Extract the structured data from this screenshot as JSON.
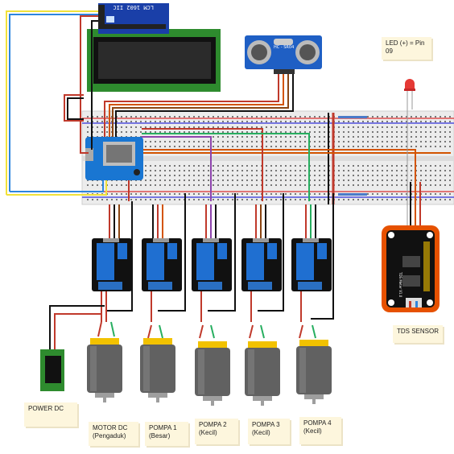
{
  "lcd": {
    "model_label": "LCM 1602 IIC"
  },
  "ultrasonic": {
    "model_label": "HC - SR04"
  },
  "tds": {
    "board_label": "TDS Meter V1.0"
  },
  "notes": {
    "led": "LED (+) = Pin 09",
    "power": "POWER DC",
    "motor": "MOTOR DC\n(Pengaduk)",
    "pump1": "POMPA 1\n(Besar)",
    "pump2": "POMPA 2\n(Kecil)",
    "pump3": "POMPA 3\n(Kecil)",
    "pump4": "POMPA 4\n(Kecil)",
    "tds": "TDS SENSOR"
  },
  "colors": {
    "wire_red": "#c0392b",
    "wire_black": "#111111",
    "wire_orange": "#d35400",
    "wire_green": "#27ae60",
    "wire_blue": "#2e86de",
    "wire_yellow": "#f1e23a",
    "wire_purple": "#8e44ad",
    "wire_brown": "#8b4513",
    "relay_blue": "#1f6fd1",
    "lcd_green": "#2e8b2e"
  }
}
